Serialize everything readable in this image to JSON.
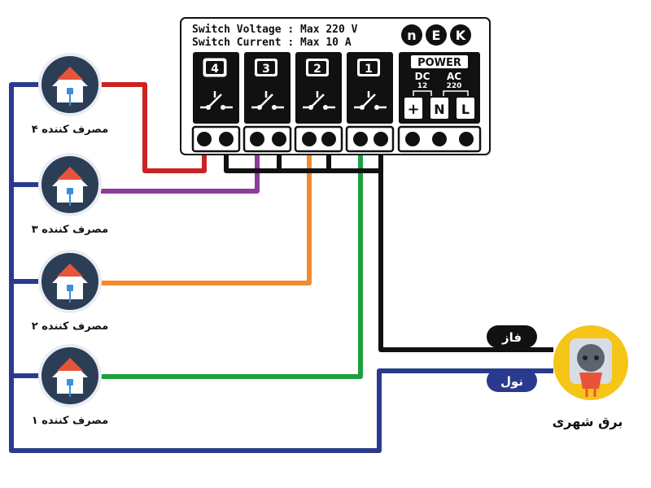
{
  "device": {
    "spec_line1": "Switch Voltage : Max 220 V",
    "spec_line2": "Switch Current : Max 10 A",
    "logo_letters": [
      "n",
      "E",
      "K"
    ],
    "relays": [
      "4",
      "3",
      "2",
      "1"
    ],
    "power": {
      "title": "POWER",
      "dc_label": "DC",
      "dc_value": "12",
      "ac_label": "AC",
      "ac_value": "220",
      "terminals": [
        "+",
        "N",
        "L"
      ]
    }
  },
  "consumers": [
    {
      "label": "مصرف کننده ۴"
    },
    {
      "label": "مصرف کننده ۳"
    },
    {
      "label": "مصرف کننده ۲"
    },
    {
      "label": "مصرف کننده ۱"
    }
  ],
  "mains": {
    "phase_label": "فاز",
    "neutral_label": "نول",
    "source_label": "برق شهری"
  },
  "colors": {
    "wire_red": "#cc2222",
    "wire_purple": "#8e3a9d",
    "wire_orange": "#f28a2e",
    "wire_green": "#1f9e3e",
    "wire_black": "#111111",
    "wire_blue": "#2a3b8f",
    "house_circle": "#2c3e56",
    "socket_circle": "#f5c518"
  }
}
